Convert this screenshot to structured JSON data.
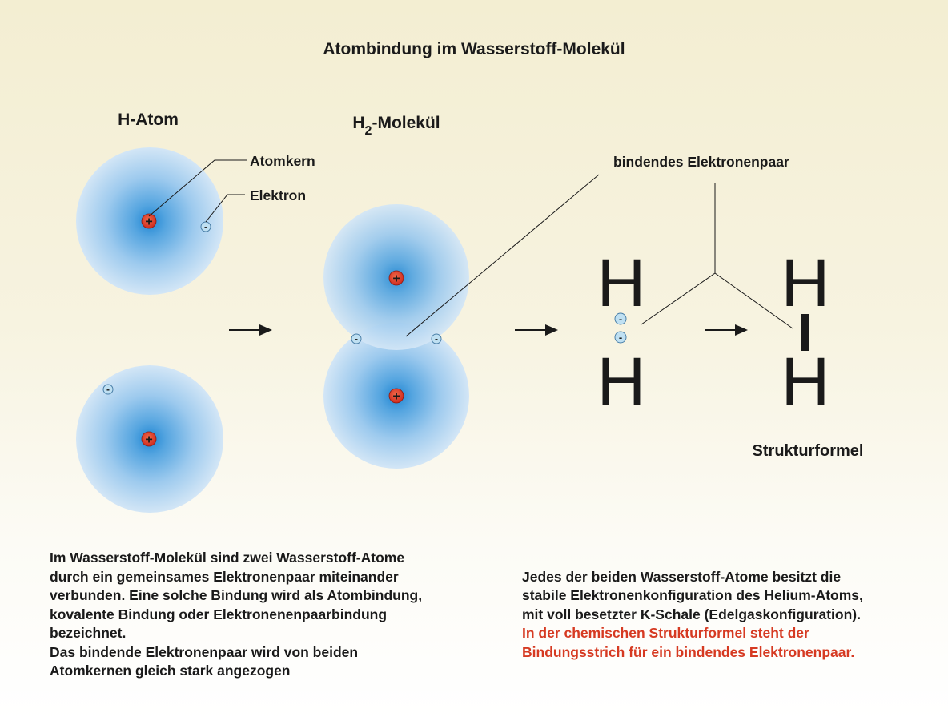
{
  "title": "Atombindung im Wasserstoff-Molekül",
  "labels": {
    "h_atom": "H-Atom",
    "h2_prefix": "H",
    "h2_sub": "2",
    "h2_suffix": "-Molekül",
    "atomkern": "Atomkern",
    "elektron": "Elektron",
    "bindendes_paar": "bindendes Elektronenpaar",
    "strukturformel": "Strukturformel"
  },
  "symbols": {
    "hydrogen": "H",
    "plus": "+",
    "minus": "-"
  },
  "colors": {
    "nucleus": "#e23a2a",
    "cloud_center": "#2b8fd6",
    "cloud_edge": "#cfe4f4",
    "electron_fill": "#bfe0f2",
    "red_text": "#d63a22"
  },
  "paragraph_left": "Im Wasserstoff-Molekül sind zwei Wasserstoff-Atome\ndurch ein gemeinsames Elektronenpaar miteinander\nverbunden. Eine solche Bindung wird als Atombindung,\nkovalente Bindung oder Elektronenenpaarbindung\nbezeichnet.\nDas bindende Elektronenpaar wird von beiden\nAtomkernen gleich stark angezogen",
  "paragraph_right": "Jedes der beiden Wasserstoff-Atome besitzt die\nstabile Elektronenkonfiguration des Helium-Atoms,\nmit voll besetzter K-Schale (Edelgaskonfiguration).",
  "paragraph_right_red": "In der chemischen Strukturformel steht der\nBindungsstrich für ein bindendes Elektronenpaar."
}
